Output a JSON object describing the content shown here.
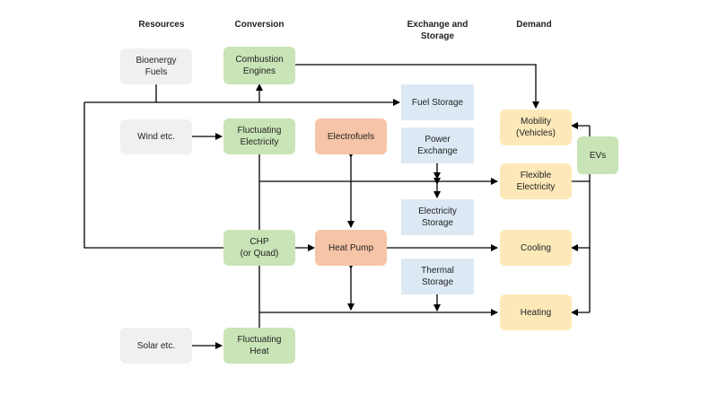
{
  "headers": {
    "resources": "Resources",
    "conversion": "Conversion",
    "exchange": "Exchange and\nStorage",
    "demand": "Demand"
  },
  "nodes": {
    "bioenergy": "Bioenergy\nFuels",
    "wind": "Wind etc.",
    "solar": "Solar etc.",
    "combustion": "Combustion\nEngines",
    "fluct_elec": "Fluctuating\nElectricity",
    "chp": "CHP\n(or Quad)",
    "fluct_heat": "Fluctuating\nHeat",
    "electrofuels": "Electrofuels",
    "heat_pump": "Heat Pump",
    "fuel_storage": "Fuel Storage",
    "power_exchange": "Power\nExchange",
    "elec_storage": "Electricity\nStorage",
    "thermal_storage": "Thermal\nStorage",
    "mobility": "Mobility\n(Vehicles)",
    "flex_elec": "Flexible\nElectricity",
    "cooling": "Cooling",
    "heating": "Heating",
    "evs": "EVs"
  },
  "colors": {
    "resource": "#f0f0f0",
    "conversion": "#c9e4b6",
    "converter": "#f6c4a6",
    "storage": "#dce9f5",
    "demand": "#fde9b8",
    "line": "#000000"
  }
}
